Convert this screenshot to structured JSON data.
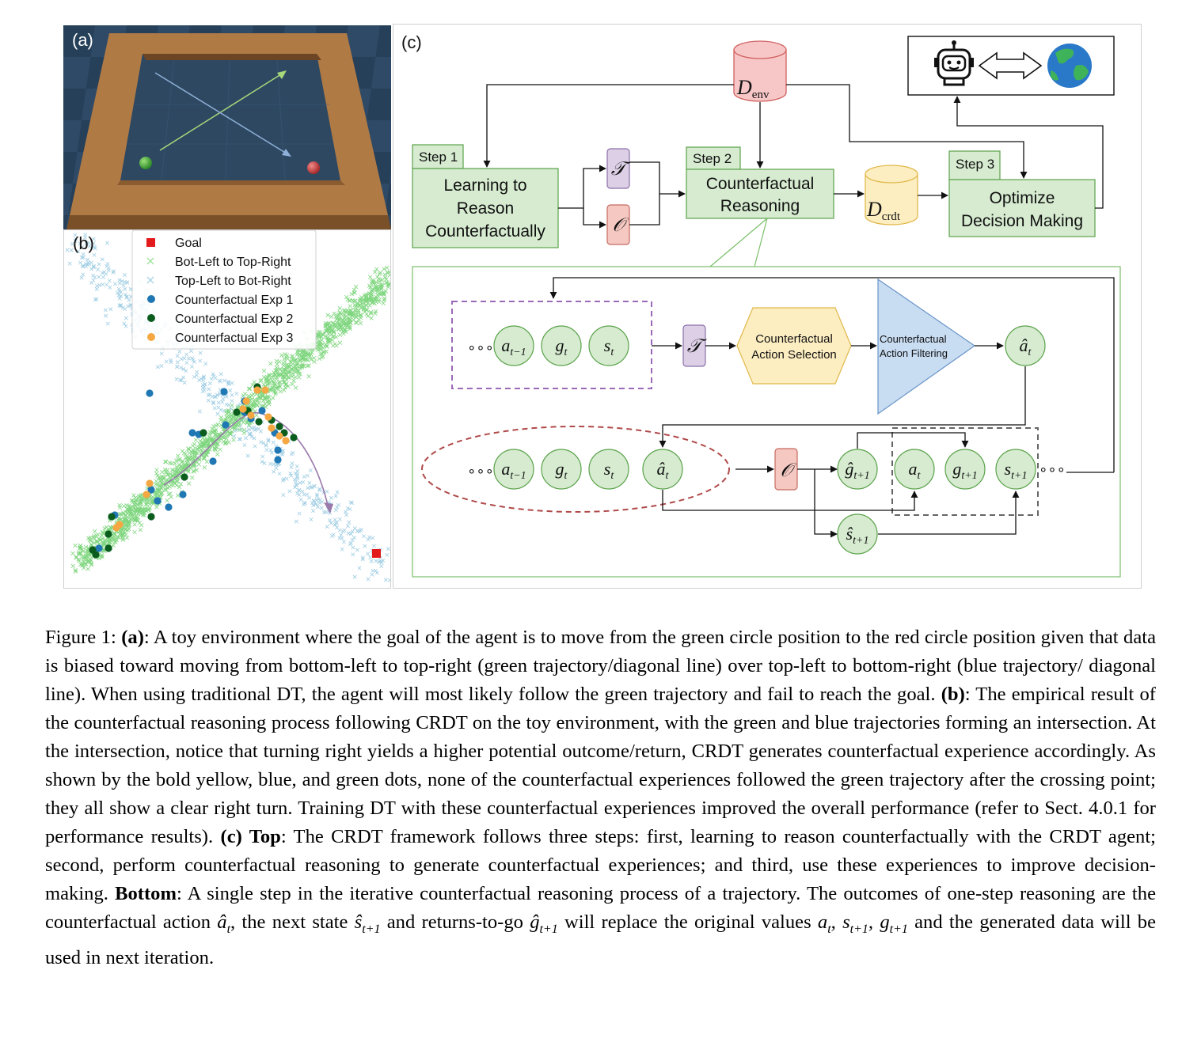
{
  "panel_a": {
    "tag": "(a)"
  },
  "panel_b": {
    "tag": "(b)",
    "legend": [
      {
        "label": "Goal",
        "marker": "square",
        "color": "#e31a1c"
      },
      {
        "label": "Bot-Left to Top-Right",
        "marker": "x",
        "color": "#9ee29e"
      },
      {
        "label": "Top-Left to Bot-Right",
        "marker": "x",
        "color": "#a8d4e8"
      },
      {
        "label": "Counterfactual Exp 1",
        "marker": "dot",
        "color": "#1f77b4"
      },
      {
        "label": "Counterfactual Exp 2",
        "marker": "dot",
        "color": "#0b5d1e"
      },
      {
        "label": "Counterfactual Exp 3",
        "marker": "dot",
        "color": "#f5a742"
      }
    ]
  },
  "panel_c": {
    "tag": "(c)",
    "step1_tag": "Step 1",
    "step1_lines": [
      "Learning to",
      "Reason",
      "Counterfactually"
    ],
    "step2_tag": "Step 2",
    "step2_lines": [
      "Counterfactual",
      "Reasoning"
    ],
    "step3_tag": "Step 3",
    "step3_lines": [
      "Optimize",
      "Decision Making"
    ],
    "d_env": {
      "base": "D",
      "sub": "env"
    },
    "d_crdt": {
      "base": "D",
      "sub": "crdt"
    },
    "transition_symbol": "𝒯",
    "outcome_symbol": "𝒪",
    "selection_lines": [
      "Counterfactual",
      "Action Selection"
    ],
    "filtering_lines": [
      "Counterfactual",
      "Action Filtering"
    ],
    "ellipsis": "∘∘∘",
    "top_seq": [
      {
        "base": "a",
        "sub": "t−1",
        "hat": false
      },
      {
        "base": "g",
        "sub": "t",
        "hat": false
      },
      {
        "base": "s",
        "sub": "t",
        "hat": false
      }
    ],
    "top_out": {
      "base": "a",
      "sub": "t",
      "hat": true
    },
    "bot_seq": [
      {
        "base": "a",
        "sub": "t−1",
        "hat": false
      },
      {
        "base": "g",
        "sub": "t",
        "hat": false
      },
      {
        "base": "s",
        "sub": "t",
        "hat": false
      },
      {
        "base": "a",
        "sub": "t",
        "hat": true
      }
    ],
    "g_hat": {
      "base": "g",
      "sub": "t+1",
      "hat": true
    },
    "s_hat": {
      "base": "s",
      "sub": "t+1",
      "hat": true
    },
    "replaced": [
      {
        "base": "a",
        "sub": "t",
        "hat": false
      },
      {
        "base": "g",
        "sub": "t+1",
        "hat": false
      },
      {
        "base": "s",
        "sub": "t+1",
        "hat": false
      }
    ]
  },
  "caption": {
    "fig_label": "Figure 1: ",
    "a_label": "(a)",
    "a_text": ": A toy environment where the goal of the agent is to move from the green circle position to the red circle position given that data is biased toward moving from bottom-left to top-right (green trajectory/diagonal line) over top-left to bottom-right (blue trajectory/ diagonal line). When using traditional DT, the agent will most likely follow the green trajectory and fail to reach the goal. ",
    "b_label": "(b)",
    "b_text": ": The empirical result of the counterfactual reasoning process following CRDT on the toy environment, with the green and blue trajectories forming an intersection. At the intersection, notice that turning right yields a higher potential outcome/return, CRDT generates counterfactual experience accordingly. As shown by the bold yellow, blue, and green dots, none of the counterfactual experiences followed the green trajectory after the crossing point; they all show a clear right turn. Training DT with these counterfactual experiences improved the overall performance (refer to Sect. 4.0.1 for performance results). ",
    "c_label": "(c) Top",
    "c_text": ": The CRDT framework follows three steps: first, learning to reason counterfactually with the CRDT agent; second, perform counterfactual reasoning to generate counterfactual experiences; and third, use these experiences to improve decision-making. ",
    "bottom_label": "Bottom",
    "bottom_text_1": ": A single step in the iterative counterfactual reasoning process of a trajectory. The outcomes of one-step reasoning are the counterfactual action ",
    "sym_a_hat": "â",
    "sym_t": "t",
    "bottom_text_2": ", the next state ",
    "sym_s_hat": "ŝ",
    "sym_t1": "t+1",
    "bottom_text_3": " and returns-to-go ",
    "sym_g_hat": "ĝ",
    "bottom_text_4": " will replace the original values ",
    "orig_values": "a",
    "orig_values_rest": ", s",
    "orig_values_rest2": ", g",
    "bottom_text_5": " and the generated data will be used in next iteration."
  }
}
